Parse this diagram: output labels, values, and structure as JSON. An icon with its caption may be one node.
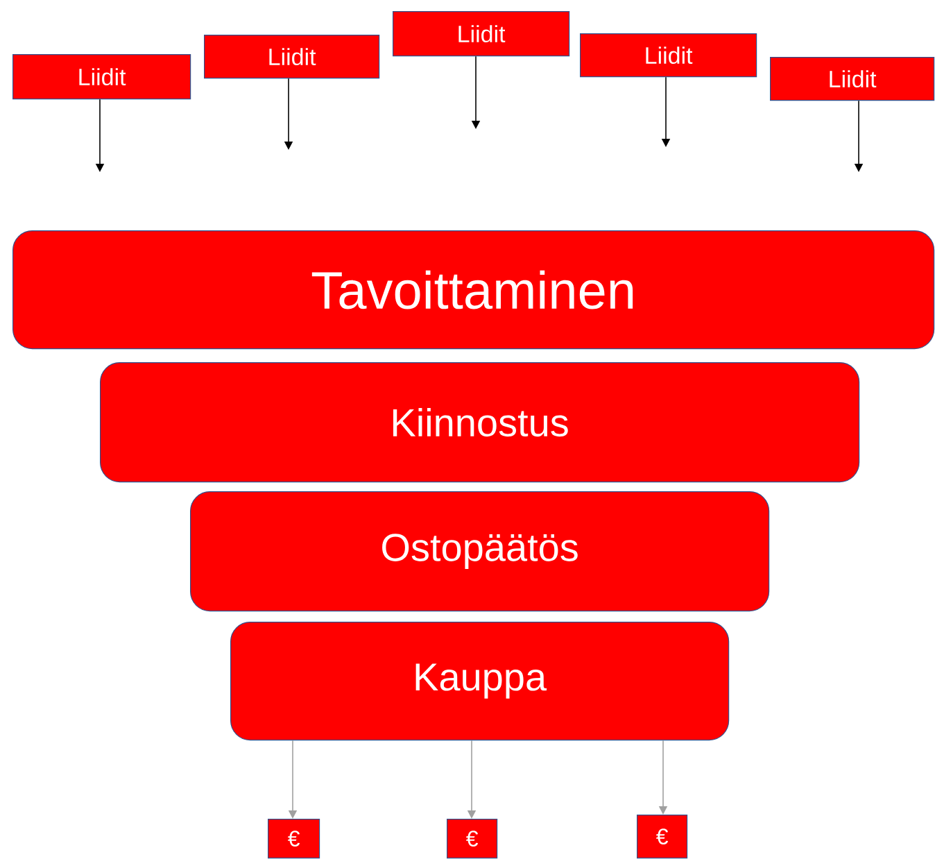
{
  "diagram": {
    "nodes": [
      {
        "text": [
          "Liidit"
        ]
      },
      {
        "text": [
          "Liidit"
        ]
      },
      {
        "text": [
          "Liidit"
        ]
      },
      {
        "text": [
          "Liidit"
        ]
      },
      {
        "text": [
          "Liidit"
        ]
      },
      {
        "text": [
          "Tavoittaminen"
        ]
      },
      {
        "text": [
          "Kiinnostus"
        ]
      },
      {
        "text": [
          "Ostopäätös"
        ]
      },
      {
        "text": [
          "Kauppa"
        ]
      },
      {
        "text": [
          "€"
        ]
      },
      {
        "text": [
          "€"
        ]
      },
      {
        "text": [
          "€"
        ]
      }
    ],
    "edges": [
      {
        "from": 0,
        "to": null,
        "arrow": "to"
      },
      {
        "from": 1,
        "to": null,
        "arrow": "to"
      },
      {
        "from": 2,
        "to": null,
        "arrow": "to"
      },
      {
        "from": 3,
        "to": null,
        "arrow": "to"
      },
      {
        "from": 4,
        "to": null,
        "arrow": "to"
      },
      {
        "from": 8,
        "to": 9,
        "arrow": "to",
        "color": "#a0a0a0"
      },
      {
        "from": 8,
        "to": 10,
        "arrow": "to",
        "color": "#a0a0a0"
      },
      {
        "from": 8,
        "to": 11,
        "arrow": "to",
        "color": "#a0a0a0"
      }
    ]
  }
}
